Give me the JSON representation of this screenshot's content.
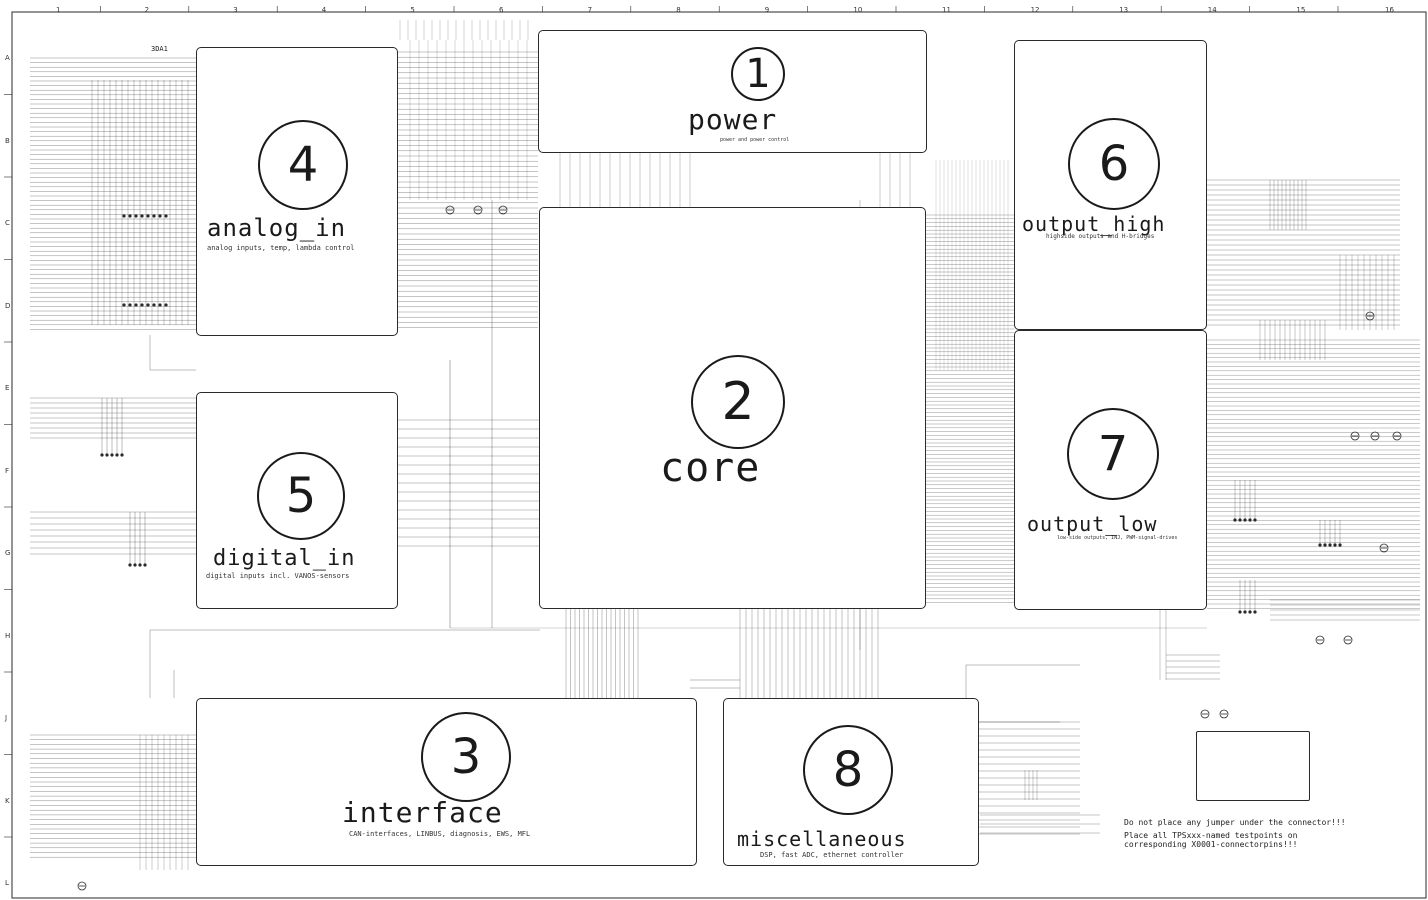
{
  "frame": {
    "columns": [
      "1",
      "2",
      "3",
      "4",
      "5",
      "6",
      "7",
      "8",
      "9",
      "10",
      "11",
      "12",
      "13",
      "14",
      "15",
      "16"
    ],
    "rows": [
      "A",
      "B",
      "C",
      "D",
      "E",
      "F",
      "G",
      "H",
      "J",
      "K",
      "L"
    ]
  },
  "blocks": {
    "power": {
      "number": "1",
      "title": "power",
      "subtitle": "power and power control"
    },
    "core": {
      "number": "2",
      "title": "core"
    },
    "interface": {
      "number": "3",
      "title": "interface",
      "subtitle": "CAN-interfaces, LINBUS, diagnosis, EWS, MFL"
    },
    "analog_in": {
      "number": "4",
      "title": "analog_in",
      "subtitle": "analog inputs, temp, lambda control"
    },
    "digital_in": {
      "number": "5",
      "title": "digital_in",
      "subtitle": "digital inputs incl. VANOS-sensors"
    },
    "output_high": {
      "number": "6",
      "title": "output_high",
      "subtitle": "highside outputs and H-bridges"
    },
    "output_low": {
      "number": "7",
      "title": "output_low",
      "subtitle": "low-side outputs, INJ, PWM-signal-drives"
    },
    "miscellaneous": {
      "number": "8",
      "title": "miscellaneous",
      "subtitle": "DSP, fast ADC, ethernet controller"
    }
  },
  "labels": {
    "ref_3da1": "3DA1"
  },
  "notes": {
    "jumper": "Do not place any jumper under the connector!!!",
    "testpoints_1": "Place all TPSxxx-named testpoints on",
    "testpoints_2": "corresponding X0001-connectorpins!!!"
  },
  "colors": {
    "line": "#2a2a2a",
    "background": "#ffffff"
  }
}
